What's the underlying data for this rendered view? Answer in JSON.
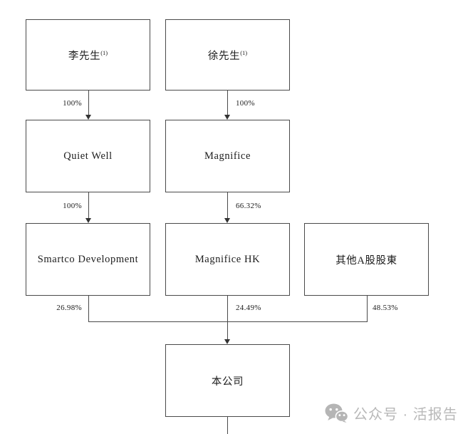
{
  "nodes": {
    "li": {
      "label": "李先生",
      "sup": "(1)"
    },
    "xu": {
      "label": "徐先生",
      "sup": "(1)"
    },
    "quiet_well": {
      "label": "Quiet Well"
    },
    "magnifice": {
      "label": "Magnifice"
    },
    "smartco": {
      "label": "Smartco Development"
    },
    "magnifice_hk": {
      "label": "Magnifice HK"
    },
    "other_a_shareholders": {
      "label": "其他A股股東"
    },
    "company": {
      "label": "本公司"
    }
  },
  "edges": {
    "li_quiet_well": {
      "label": "100%"
    },
    "xu_magnifice": {
      "label": "100%"
    },
    "quiet_well_smartco": {
      "label": "100%"
    },
    "magnifice_magnifice_hk": {
      "label": "66.32%"
    },
    "smartco_company": {
      "label": "26.98%"
    },
    "magnifice_hk_company": {
      "label": "24.49%"
    },
    "other_a_company": {
      "label": "48.53%"
    }
  },
  "watermark": {
    "icon": "wechat-icon",
    "label": "公众号 · 活报告"
  },
  "colors": {
    "line": "#4a4a4a",
    "text": "#1c1c1c",
    "watermark": "#b8b8b8",
    "background": "#ffffff"
  }
}
